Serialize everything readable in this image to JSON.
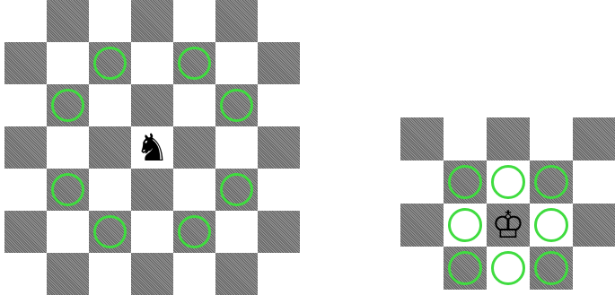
{
  "boards": [
    {
      "piece": {
        "name": "knight",
        "glyph": "♞",
        "color": "#000000",
        "row": 3,
        "col": 3
      },
      "highlight_color": "#3fdc3f",
      "moves": [
        {
          "row": 1,
          "col": 2
        },
        {
          "row": 1,
          "col": 4
        },
        {
          "row": 2,
          "col": 1
        },
        {
          "row": 2,
          "col": 5
        },
        {
          "row": 4,
          "col": 1
        },
        {
          "row": 4,
          "col": 5
        },
        {
          "row": 5,
          "col": 2
        },
        {
          "row": 5,
          "col": 4
        }
      ]
    },
    {
      "piece": {
        "name": "king",
        "glyph": "♔",
        "color": "#000000",
        "row": 2,
        "col": 2
      },
      "highlight_color": "#3fdc3f",
      "moves": [
        {
          "row": 1,
          "col": 1
        },
        {
          "row": 1,
          "col": 2
        },
        {
          "row": 1,
          "col": 3
        },
        {
          "row": 2,
          "col": 1
        },
        {
          "row": 2,
          "col": 3
        },
        {
          "row": 3,
          "col": 1
        },
        {
          "row": 3,
          "col": 2
        },
        {
          "row": 3,
          "col": 3
        }
      ]
    }
  ],
  "colors": {
    "light_square": "#ffffff",
    "dark_square": "#7c7c7c",
    "highlight": "#3fdc3f"
  }
}
